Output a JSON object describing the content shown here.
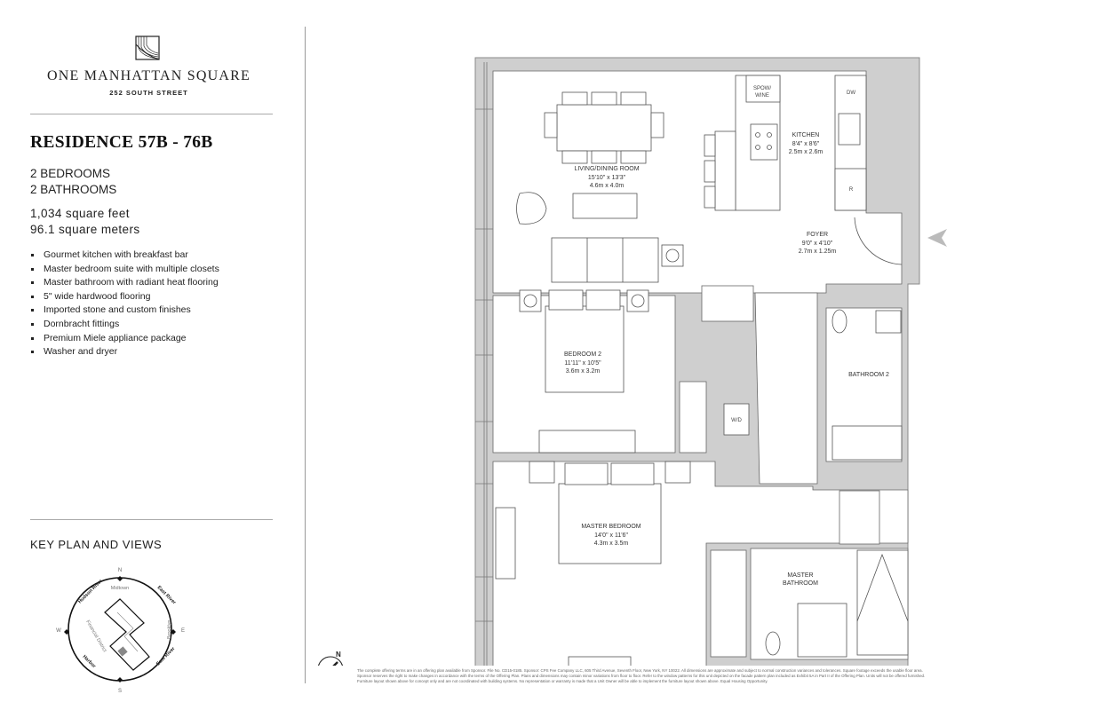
{
  "brand": {
    "name": "ONE MANHATTAN SQUARE",
    "address": "252 SOUTH STREET",
    "logo": "one-manhattan-square-logo"
  },
  "residence": {
    "title": "RESIDENCE 57B - 76B",
    "bedrooms": "2 BEDROOMS",
    "bathrooms": "2 BATHROOMS",
    "square_feet": "1,034 square feet",
    "square_meters": "96.1 square meters"
  },
  "features": [
    "Gourmet kitchen with breakfast bar",
    "Master bedroom suite with multiple closets",
    "Master bathroom with radiant heat flooring",
    "5\" wide hardwood flooring",
    "Imported stone and custom finishes",
    "Dornbracht fittings",
    "Premium Miele appliance package",
    "Washer and dryer"
  ],
  "key_plan": {
    "title": "KEY PLAN AND VIEWS",
    "compass": {
      "n": "N",
      "e": "E",
      "s": "S",
      "w": "W"
    },
    "views": {
      "top": "Midtown",
      "top_left": "Hudson River",
      "top_right": "East River",
      "right": "Brooklyn",
      "bottom_right": "East River",
      "bottom_left": "Harbor",
      "left": "Financial District"
    }
  },
  "rooms": {
    "living": {
      "name": "LIVING/DINING ROOM",
      "ft": "15'10\" x 13'3\"",
      "m": "4.6m x 4.0m"
    },
    "kitchen": {
      "name": "KITCHEN",
      "ft": "8'4\" x 8'6\"",
      "m": "2.5m x 2.6m"
    },
    "foyer": {
      "name": "FOYER",
      "ft": "9'0\" x 4'10\"",
      "m": "2.7m x 1.25m"
    },
    "bedroom2": {
      "name": "BEDROOM 2",
      "ft": "11'11\" x 10'5\"",
      "m": "3.6m x 3.2m"
    },
    "bathroom2": {
      "name": "BATHROOM 2"
    },
    "master_bedroom": {
      "name": "MASTER BEDROOM",
      "ft": "14'0\" x 11'6\"",
      "m": "4.3m x 3.5m"
    },
    "master_bath_1": "MASTER",
    "master_bath_2": "BATHROOM"
  },
  "fixtures": {
    "spow_1": "SPOW/",
    "spow_2": "WINE",
    "dw": "DW",
    "r": "R",
    "wd": "W/D"
  },
  "north_arrow": "N",
  "disclaimer": "The complete offering terms are in an offering plan available from Sponsor. File No. CD15-0185. Sponsor: CPS Fee Company LLC, 605 Third Avenue, Seventh Floor, New York, NY 10022. All dimensions are approximate and subject to normal construction variances and tolerances. Square footage exceeds the usable floor area. Sponsor reserves the right to make changes in accordance with the terms of the Offering Plan. Plans and dimensions may contain minor variations from floor to floor. Refer to the window patterns for this unit depicted on the facade pattern plan included as Exhibit 5A in Part II of the Offering Plan. Units will not be offered furnished. Furniture layout shown above for concept only and are not coordinated with building systems. No representation or warranty is made that a Unit Owner will be able to implement the furniture layout shown above. Equal Housing Opportunity."
}
